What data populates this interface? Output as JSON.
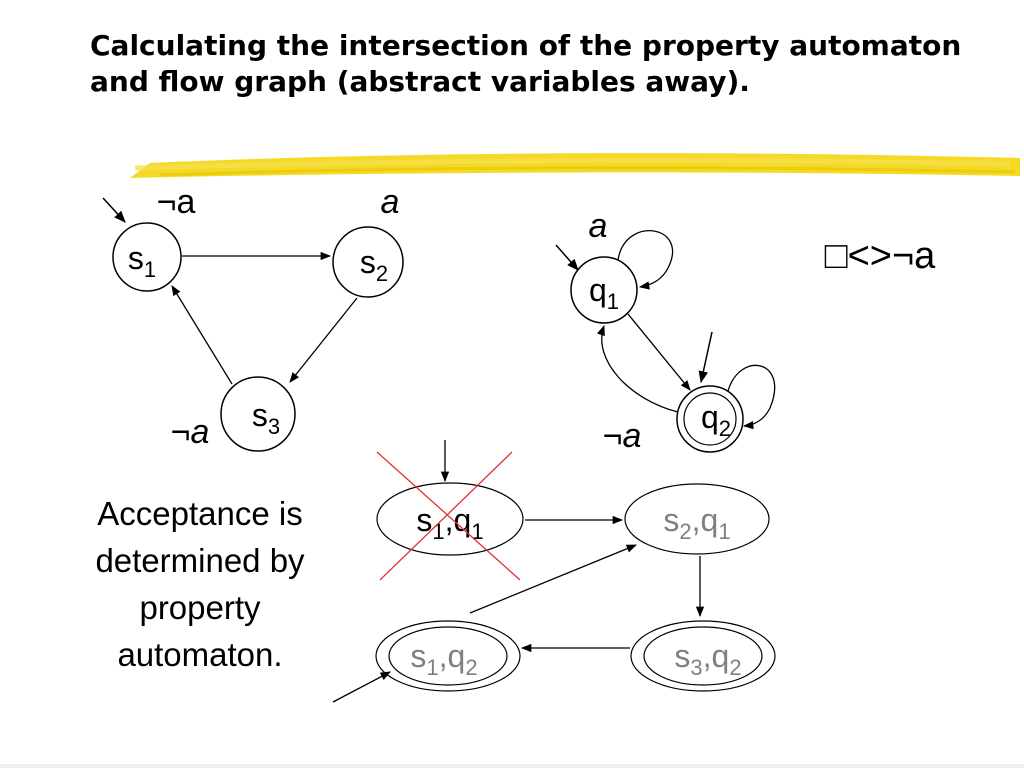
{
  "slide": {
    "title": "Calculating the intersection of the property automaton and flow graph (abstract variables away).",
    "acceptance_text": "Acceptance is determined by property automaton.",
    "colors": {
      "highlight": "#f2d200",
      "cross": "#e03030",
      "dim_text": "#808080",
      "edge": "#000000"
    }
  },
  "flow_graph": {
    "s1": {
      "base": "s",
      "sub": "1",
      "label": "¬a"
    },
    "s2": {
      "base": "s",
      "sub": "2",
      "label": "a"
    },
    "s3": {
      "base": "s",
      "sub": "3",
      "label": "¬a"
    }
  },
  "property_automaton": {
    "formula": "□<>¬a",
    "q1": {
      "base": "q",
      "sub": "1",
      "loop_label": "a"
    },
    "q2": {
      "base": "q",
      "sub": "2",
      "loop_label": "¬a"
    }
  },
  "product": {
    "p11": {
      "s": "1",
      "q": "1",
      "crossed": true
    },
    "p21": {
      "s": "2",
      "q": "1",
      "crossed": false
    },
    "p12": {
      "s": "1",
      "q": "2",
      "crossed": false
    },
    "p32": {
      "s": "3",
      "q": "2",
      "crossed": false
    }
  }
}
